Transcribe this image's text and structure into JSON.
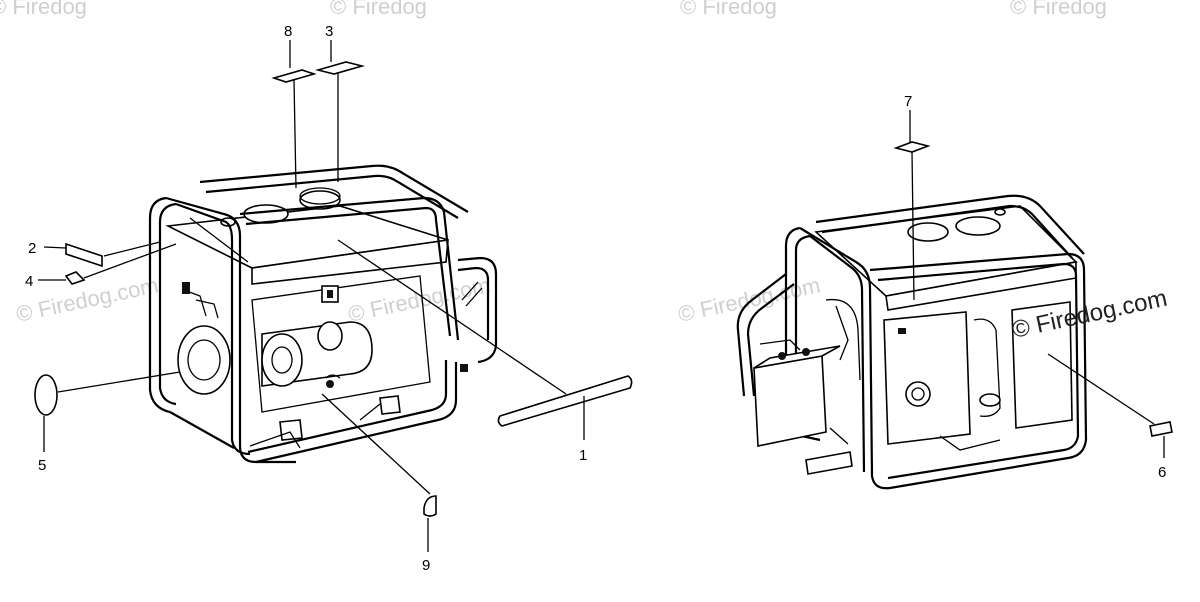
{
  "watermarks": {
    "faint": "© Firedog.com",
    "prominent": "© Firedog.com",
    "top_fragment": "© Firedog"
  },
  "callouts": {
    "c1": "1",
    "c2": "2",
    "c3": "3",
    "c4": "4",
    "c5": "5",
    "c6": "6",
    "c7": "7",
    "c8": "8",
    "c9": "9"
  }
}
